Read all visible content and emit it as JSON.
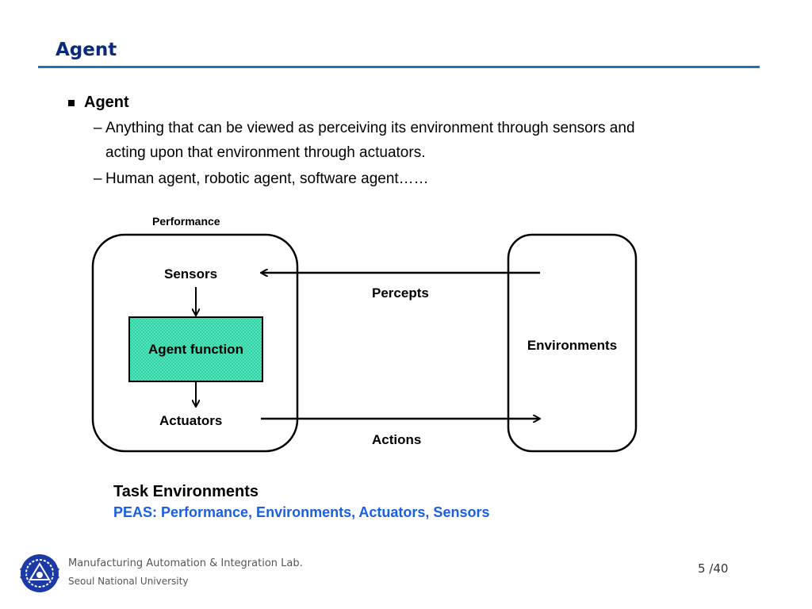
{
  "slide": {
    "title": "Agent",
    "bullet": "Agent",
    "sub1_dash": "–",
    "sub1_line1": "Anything that can be viewed as perceiving its environment through sensors and",
    "sub1_line2": "acting upon that environment through actuators.",
    "sub2_dash": "–",
    "sub2_text": "Human agent, robotic agent, software agent……"
  },
  "diagram": {
    "performance": "Performance",
    "sensors": "Sensors",
    "agent_function": "Agent function",
    "actuators": "Actuators",
    "percepts": "Percepts",
    "actions": "Actions",
    "environments": "Environments",
    "agent_function_color": "#2bd6a7"
  },
  "task": {
    "title": "Task Environments",
    "peas": "PEAS: Performance, Environments, Actuators, Sensors",
    "peas_color": "#1a5fe0"
  },
  "footer": {
    "lab": "Manufacturing Automation & Integration Lab.",
    "university": "Seoul National University",
    "page": "5 /40",
    "logo_icon": "snu-emblem-icon"
  }
}
